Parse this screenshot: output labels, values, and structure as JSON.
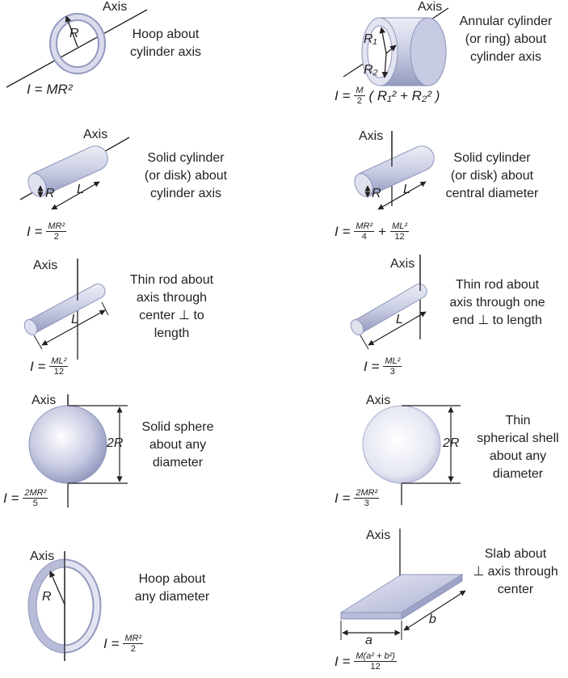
{
  "axis_label": "Axis",
  "items": [
    {
      "id": "hoop-cyl",
      "lines": [
        "Hoop about",
        "cylinder axis"
      ],
      "formula": {
        "lhs": "I =",
        "rhs": "MR²"
      }
    },
    {
      "id": "annular",
      "lines": [
        "Annular cylinder",
        "(or ring) about",
        "cylinder axis"
      ],
      "formula": {
        "lhs": "I =",
        "num": "M",
        "den": "2",
        "tail": "( R₁² + R₂² )"
      }
    },
    {
      "id": "solid-cyl-axis",
      "lines": [
        "Solid cylinder",
        "(or disk) about",
        "cylinder axis"
      ],
      "formula": {
        "lhs": "I =",
        "num": "MR²",
        "den": "2"
      }
    },
    {
      "id": "solid-cyl-diam",
      "lines": [
        "Solid cylinder",
        "(or disk) about",
        "central diameter"
      ],
      "formula": {
        "lhs": "I =",
        "num": "MR²",
        "den": "4",
        "plus": "+",
        "num2": "ML²",
        "den2": "12"
      }
    },
    {
      "id": "rod-center",
      "lines": [
        "Thin rod about",
        "axis through",
        "center ⊥ to",
        "length"
      ],
      "formula": {
        "lhs": "I =",
        "num": "ML²",
        "den": "12"
      }
    },
    {
      "id": "rod-end",
      "lines": [
        "Thin rod about",
        "axis through one",
        "end ⊥ to length"
      ],
      "formula": {
        "lhs": "I =",
        "num": "ML²",
        "den": "3"
      }
    },
    {
      "id": "solid-sphere",
      "lines": [
        "Solid sphere",
        "about any",
        "diameter"
      ],
      "formula": {
        "lhs": "I =",
        "num": "2MR²",
        "den": "5"
      }
    },
    {
      "id": "shell",
      "lines": [
        "Thin",
        "spherical shell",
        "about any",
        "diameter"
      ],
      "formula": {
        "lhs": "I =",
        "num": "2MR²",
        "den": "3"
      }
    },
    {
      "id": "hoop-diam",
      "lines": [
        "Hoop about",
        "any diameter"
      ],
      "formula": {
        "lhs": "I =",
        "num": "MR²",
        "den": "2"
      }
    },
    {
      "id": "slab",
      "lines": [
        "Slab about",
        "⊥ axis through",
        "center"
      ],
      "formula": {
        "lhs": "I =",
        "num": "M(a² + b²)",
        "den": "12"
      }
    }
  ],
  "symbols": {
    "R": "R",
    "R1": "R₁",
    "R2": "R₂",
    "L": "L",
    "twoR": "2R",
    "a": "a",
    "b": "b"
  },
  "colors": {
    "shape_light": "#eef0f8",
    "shape_mid": "#c5c9e0",
    "shape_dark": "#8f95bb",
    "line": "#231f20"
  }
}
